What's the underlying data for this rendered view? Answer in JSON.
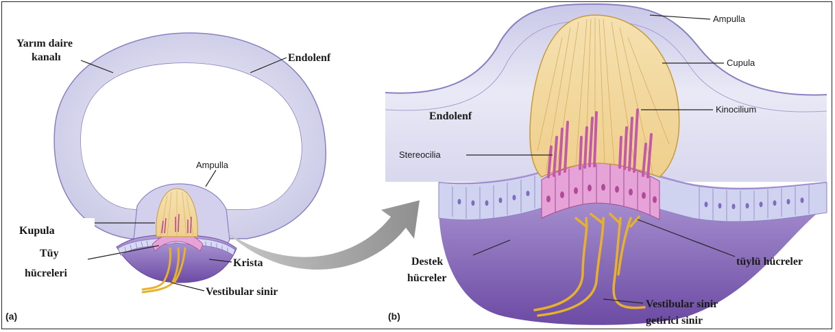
{
  "colors": {
    "canal_fill": "#dcdcf0",
    "canal_stroke": "#8a7fbf",
    "cupula_fill": "#f2d79e",
    "cupula_stroke": "#c79a3a",
    "crista_fill": "#8a6bbb",
    "crista_dark": "#6b4aa0",
    "hair_cell": "#e6a3d8",
    "hair_cell_nucleus": "#b24a9a",
    "support_cell": "#cfd3f0",
    "nerve": "#e8b12c",
    "arrow": "#a6a6a6"
  },
  "panel_a": {
    "panel_label": "(a)",
    "labels": {
      "semicircular_canal": [
        "Yarım daire",
        "kanalı"
      ],
      "endolymph": "Endolenf",
      "ampulla": "Ampulla",
      "cupula": "Kupula",
      "hair_cells": [
        "Tüy",
        "hücreleri"
      ],
      "crista": "Krista",
      "vestibular_nerve": "Vestibular sinir"
    }
  },
  "panel_b": {
    "panel_label": "(b)",
    "labels": {
      "ampulla": "Ampulla",
      "cupula": "Cupula",
      "kinocilium": "Kinocilium",
      "endolymph": "Endolenf",
      "stereocilia": "Stereocilia",
      "hair_cells": "tüylü hücreler",
      "support_cells": [
        "Destek",
        "hücreler"
      ],
      "vestibular_nerve": [
        "Vestibular sinir",
        "getirici sinir"
      ]
    }
  }
}
